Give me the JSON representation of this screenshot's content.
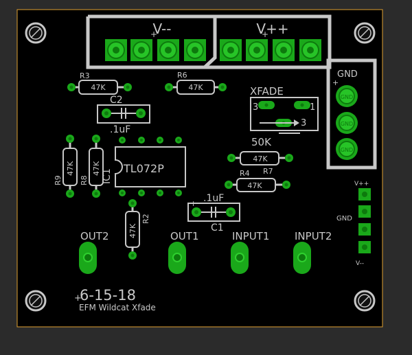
{
  "labels": {
    "v_minus": "V--",
    "v_plus": "V++",
    "gnd": "GND",
    "xfade": "XFADE",
    "xfade_pin3_left": "3",
    "xfade_pin1": "1",
    "xfade_pin3_right": "3",
    "pot_value": "50K",
    "r3": "R3",
    "r6": "R6",
    "r4": "R4",
    "r7": "R7",
    "r9": "R9",
    "r8": "R8",
    "r2": "R2",
    "ic1": "IC1",
    "c2": "C2",
    "c1": "C1",
    "cap_value_top": ".1uF",
    "cap_value_bottom": ".1uF",
    "opamp": "TL072P",
    "out2": "OUT2",
    "out1": "OUT1",
    "input1": "INPUT1",
    "input2": "INPUT2",
    "date": "6-15-18",
    "project": "EFM Wildcat Xfade",
    "side_vpp": "V++",
    "side_gnd": "GND",
    "side_vmm": "V--",
    "pad_gnd_1": "GND",
    "pad_gnd_2": "GND",
    "pad_gnd_3": "GND"
  },
  "resistors": {
    "r3_value": "47K",
    "r6_value": "47K",
    "r9_value": "47K",
    "r8_value": "47K",
    "r4_top_value": "47K",
    "r7_value": "47K",
    "r2_value": "47K"
  },
  "colors": {
    "board": "#000000",
    "outline": "#e0a030",
    "silkscreen": "#c8c8c8",
    "pad": "#1aa81a",
    "pad_ring": "#27c427",
    "copper_pad": "#c0c0c0"
  }
}
